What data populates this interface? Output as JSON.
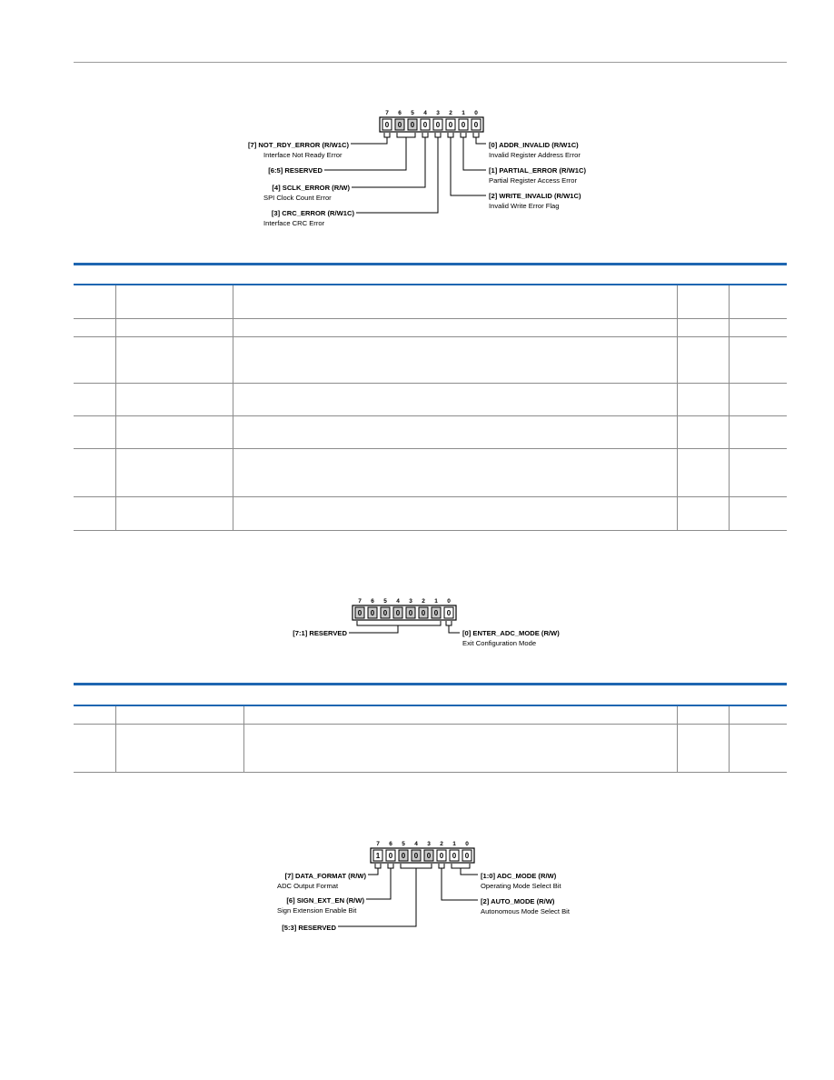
{
  "diagram1": {
    "bit_numbers": [
      "7",
      "6",
      "5",
      "4",
      "3",
      "2",
      "1",
      "0"
    ],
    "bit_values": [
      "0",
      "0",
      "0",
      "0",
      "0",
      "0",
      "0",
      "0"
    ],
    "reserved_bits": [
      1,
      2
    ],
    "labels": [
      {
        "name": "[7] NOT_RDY_ERROR (R/W1C)",
        "desc": "Interface Not Ready Error"
      },
      {
        "name": "[6:5] RESERVED",
        "desc": ""
      },
      {
        "name": "[4] SCLK_ERROR (R/W)",
        "desc": "SPI Clock Count Error"
      },
      {
        "name": "[3] CRC_ERROR (R/W1C)",
        "desc": "Interface CRC Error"
      },
      {
        "name": "[0] ADDR_INVALID (R/W1C)",
        "desc": "Invalid Register Address Error"
      },
      {
        "name": "[1] PARTIAL_ERROR (R/W1C)",
        "desc": "Partial Register Access Error"
      },
      {
        "name": "[2] WRITE_INVALID (R/W1C)",
        "desc": "Invalid Write Error Flag"
      }
    ]
  },
  "diagram2": {
    "bit_numbers": [
      "7",
      "6",
      "5",
      "4",
      "3",
      "2",
      "1",
      "0"
    ],
    "bit_values": [
      "0",
      "0",
      "0",
      "0",
      "0",
      "0",
      "0",
      "0"
    ],
    "reserved_bits": [
      0,
      1,
      2,
      3,
      4,
      5,
      6
    ],
    "labels": [
      {
        "name": "[7:1] RESERVED",
        "desc": ""
      },
      {
        "name": "[0] ENTER_ADC_MODE (R/W)",
        "desc": "Exit Configuration Mode"
      }
    ]
  },
  "diagram3": {
    "bit_numbers": [
      "7",
      "6",
      "5",
      "4",
      "3",
      "2",
      "1",
      "0"
    ],
    "bit_values": [
      "1",
      "0",
      "0",
      "0",
      "0",
      "0",
      "0",
      "0"
    ],
    "reserved_bits": [
      2,
      3,
      4
    ],
    "labels": [
      {
        "name": "[7] DATA_FORMAT (R/W)",
        "desc": "ADC Output Format"
      },
      {
        "name": "[6] SIGN_EXT_EN (R/W)",
        "desc": "Sign Extension Enable Bit"
      },
      {
        "name": "[5:3] RESERVED",
        "desc": ""
      },
      {
        "name": "[1:0] ADC_MODE (R/W)",
        "desc": "Operating Mode Select Bit"
      },
      {
        "name": "[2] AUTO_MODE (R/W)",
        "desc": "Autonomous Mode Select Bit"
      }
    ]
  }
}
